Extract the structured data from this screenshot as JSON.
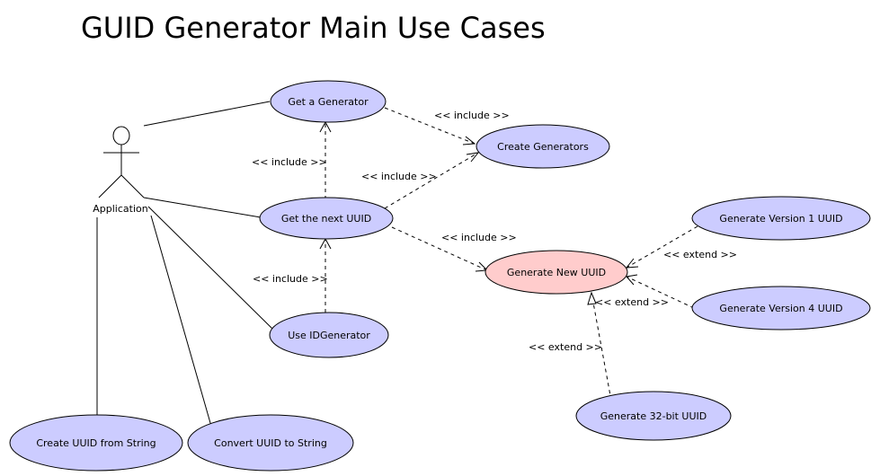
{
  "title": "GUID Generator Main Use Cases",
  "colors": {
    "use_case_fill": "#ccccff",
    "highlight_fill": "#ffcccc",
    "stroke": "#000000",
    "background": "#ffffff"
  },
  "actor": {
    "label": "Application"
  },
  "use_cases": {
    "get_a_generator": "Get a Generator",
    "create_generators": "Create Generators",
    "get_the_next_uuid": "Get the next UUID",
    "generate_new_uuid": "Generate New UUID",
    "generate_version_1_uuid": "Generate Version 1 UUID",
    "generate_version_4_uuid": "Generate Version 4 UUID",
    "use_idgenerator": "Use IDGenerator",
    "generate_32bit_uuid": "Generate 32-bit UUID",
    "create_uuid_from_string": "Create UUID from String",
    "convert_uuid_to_string": "Convert UUID to String"
  },
  "relations": {
    "include_get_generator_to_create": "<< include >>",
    "include_next_to_get_generator": "<< include >>",
    "include_next_to_create": "<< include >>",
    "include_next_to_generate_new": "<< include >>",
    "include_use_idgen_to_next": "<< include >>",
    "extend_v1": "<< extend >>",
    "extend_v4": "<< extend >>",
    "extend_32bit": "<< extend >>"
  }
}
